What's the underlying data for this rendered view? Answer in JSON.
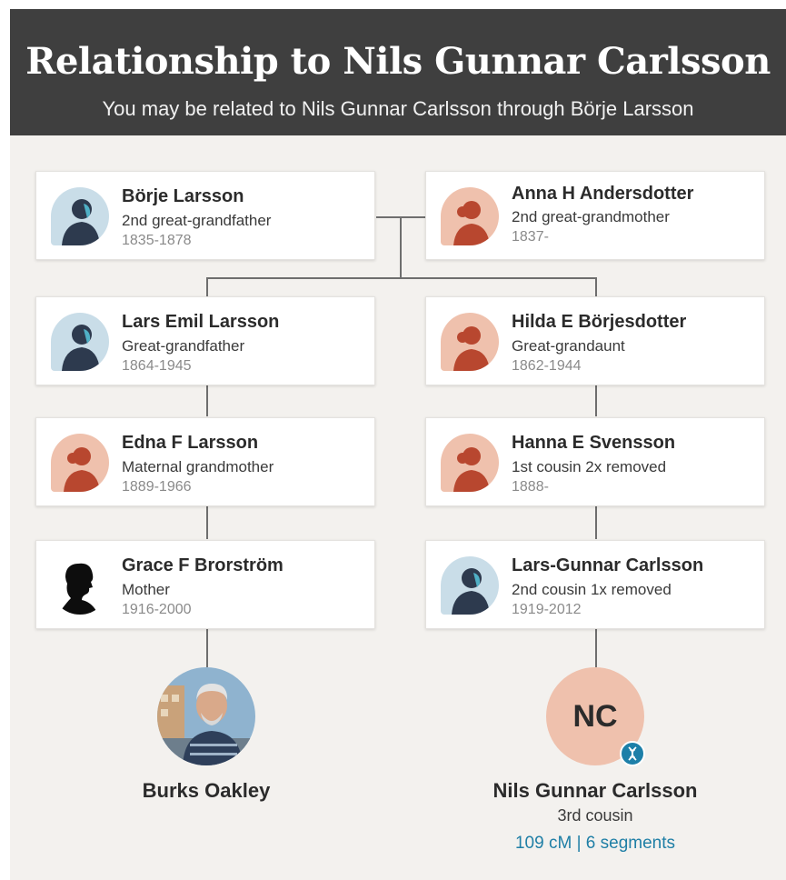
{
  "header": {
    "title": "Relationship to Nils Gunnar Carlsson",
    "subtitle": "You may be related to Nils Gunnar Carlsson through Börje Larsson"
  },
  "colors": {
    "header_bg": "#3f3f3f",
    "panel_bg": "#f3f1ee",
    "male_avatar_bg": "#c9dde8",
    "female_avatar_bg": "#efc1ad",
    "accent_link": "#1f7fa6"
  },
  "ancestors": [
    {
      "name": "Börje Larsson",
      "relationship": "2nd great-grandfather",
      "years": "1835-1878",
      "avatar": "male-silhouette-icon"
    },
    {
      "name": "Anna H Andersdotter",
      "relationship": "2nd great-grandmother",
      "years": "1837-",
      "avatar": "female-silhouette-icon"
    }
  ],
  "left_line": [
    {
      "name": "Lars Emil Larsson",
      "relationship": "Great-grandfather",
      "years": "1864-1945",
      "avatar": "male-silhouette-icon"
    },
    {
      "name": "Edna F Larsson",
      "relationship": "Maternal grandmother",
      "years": "1889-1966",
      "avatar": "female-silhouette-icon"
    },
    {
      "name": "Grace F Brorström",
      "relationship": "Mother",
      "years": "1916-2000",
      "avatar": "female-profile-silhouette-icon"
    }
  ],
  "right_line": [
    {
      "name": "Hilda E Börjesdotter",
      "relationship": "Great-grandaunt",
      "years": "1862-1944",
      "avatar": "female-silhouette-icon"
    },
    {
      "name": "Hanna E Svensson",
      "relationship": "1st cousin 2x removed",
      "years": "1888-",
      "avatar": "female-silhouette-icon"
    },
    {
      "name": "Lars-Gunnar Carlsson",
      "relationship": "2nd cousin 1x removed",
      "years": "1919-2012",
      "avatar": "male-silhouette-icon"
    }
  ],
  "self": {
    "name": "Burks Oakley",
    "avatar": "user-photo"
  },
  "match": {
    "initials": "NC",
    "name": "Nils Gunnar Carlsson",
    "relationship": "3rd cousin",
    "dna": "109 cM | 6 segments",
    "badge": "dna-icon"
  }
}
